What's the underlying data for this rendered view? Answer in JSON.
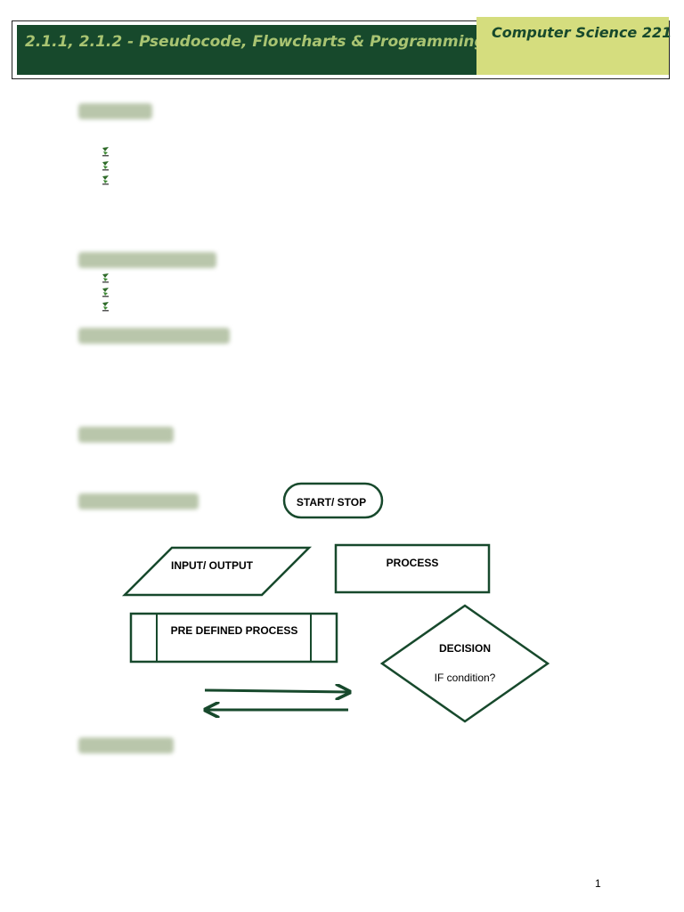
{
  "header": {
    "title": "2.1.1, 2.1.2 - Pseudocode, Flowcharts & Programming",
    "course": "Computer Science 221"
  },
  "flowchart": {
    "start_stop": "START/ STOP",
    "input_output": "INPUT/ OUTPUT",
    "process": "PROCESS",
    "predefined_process": "PRE DEFINED PROCESS",
    "decision": "DECISION",
    "decision_sub": "IF condition?"
  },
  "footer": {
    "page_number": "1"
  },
  "colors": {
    "dark_green": "#17492c",
    "title_text": "#a9c472",
    "course_box": "#d5dd7e",
    "blurred_heading": "#b9c6ab"
  }
}
